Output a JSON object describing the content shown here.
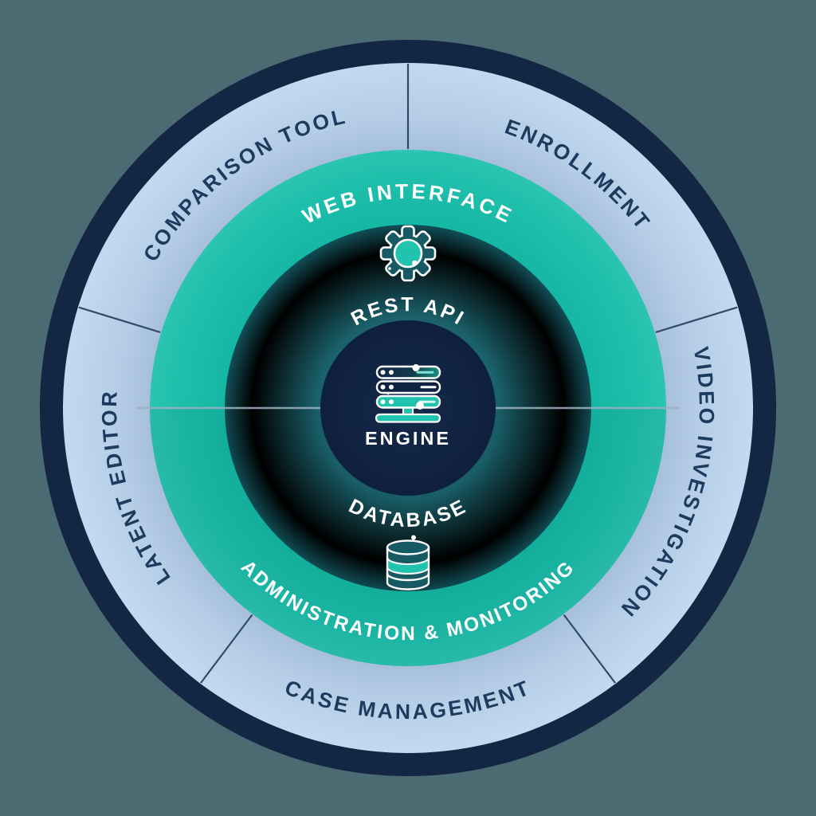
{
  "diagram_title": "Platform architecture ring diagram",
  "colors": {
    "background": "#4C6A72",
    "outer_border_ring": "#132744",
    "modules_ring": "#B9D1EA",
    "interface_ring": "#1FBFAC",
    "core_services_ring": "#175A64",
    "engine_circle": "#0F2240",
    "outer_label_text": "#1D3B5E",
    "inner_label_text": "#FFFFFF",
    "segment_divider": "#29445F",
    "axis_line": "#9CB2C0",
    "accent_teal": "#1FC3AE"
  },
  "outer_ring": {
    "segments": [
      {
        "label": "COMPARISON TOOL"
      },
      {
        "label": "ENROLLMENT"
      },
      {
        "label": "VIDEO INVESTIGATION"
      },
      {
        "label": "CASE MANAGEMENT"
      },
      {
        "label": "LATENT EDITOR"
      }
    ]
  },
  "middle_ring": {
    "top_label": "WEB INTERFACE",
    "bottom_label": "ADMINISTRATION & MONITORING"
  },
  "inner_ring": {
    "top_label": "REST API",
    "bottom_label": "DATABASE",
    "top_icon": "gear-icon",
    "bottom_icon": "database-icon"
  },
  "core": {
    "label": "ENGINE",
    "icon": "server-icon"
  }
}
